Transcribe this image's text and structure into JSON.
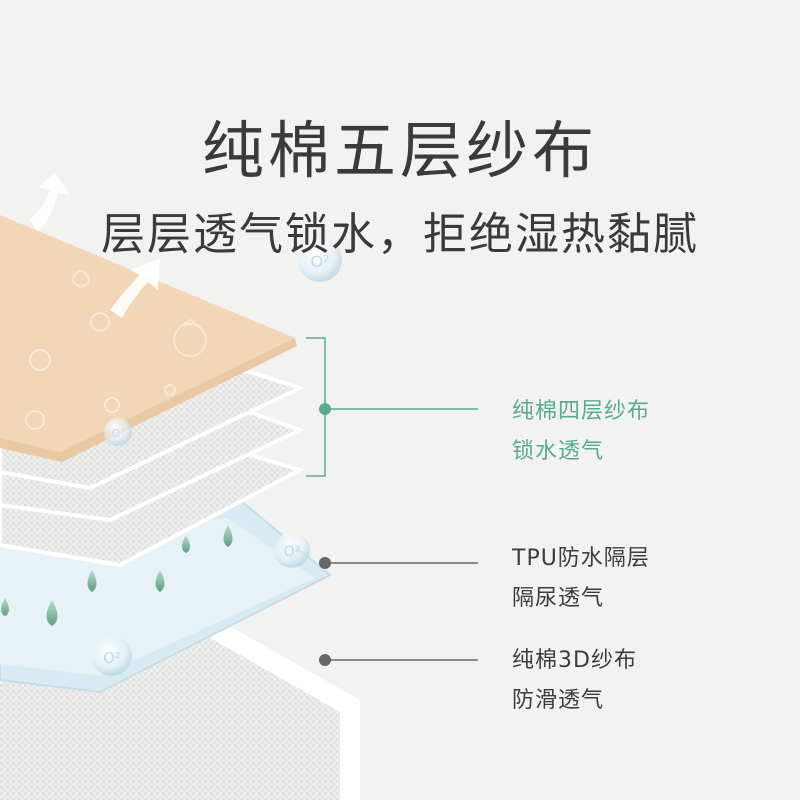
{
  "headline": {
    "title": "纯棉五层纱布",
    "subtitle": "层层透气锁水，拒绝湿热黏腻"
  },
  "layers": [
    {
      "line1": "纯棉四层纱布",
      "line2": "锁水透气",
      "color": "#5aab8c"
    },
    {
      "line1": "TPU防水隔层",
      "line2": "隔尿透气",
      "color": "#3c3c3c"
    },
    {
      "line1": "纯棉3D纱布",
      "line2": "防滑透气",
      "color": "#3c3c3c"
    }
  ],
  "badges": {
    "oxygen": "O²"
  },
  "colors": {
    "background": "#f2f2f1",
    "top_fabric": "#f1d7b7",
    "accent": "#5aab8c",
    "tpu": "#d9ebf2",
    "droplet": "#7fb9a1"
  }
}
